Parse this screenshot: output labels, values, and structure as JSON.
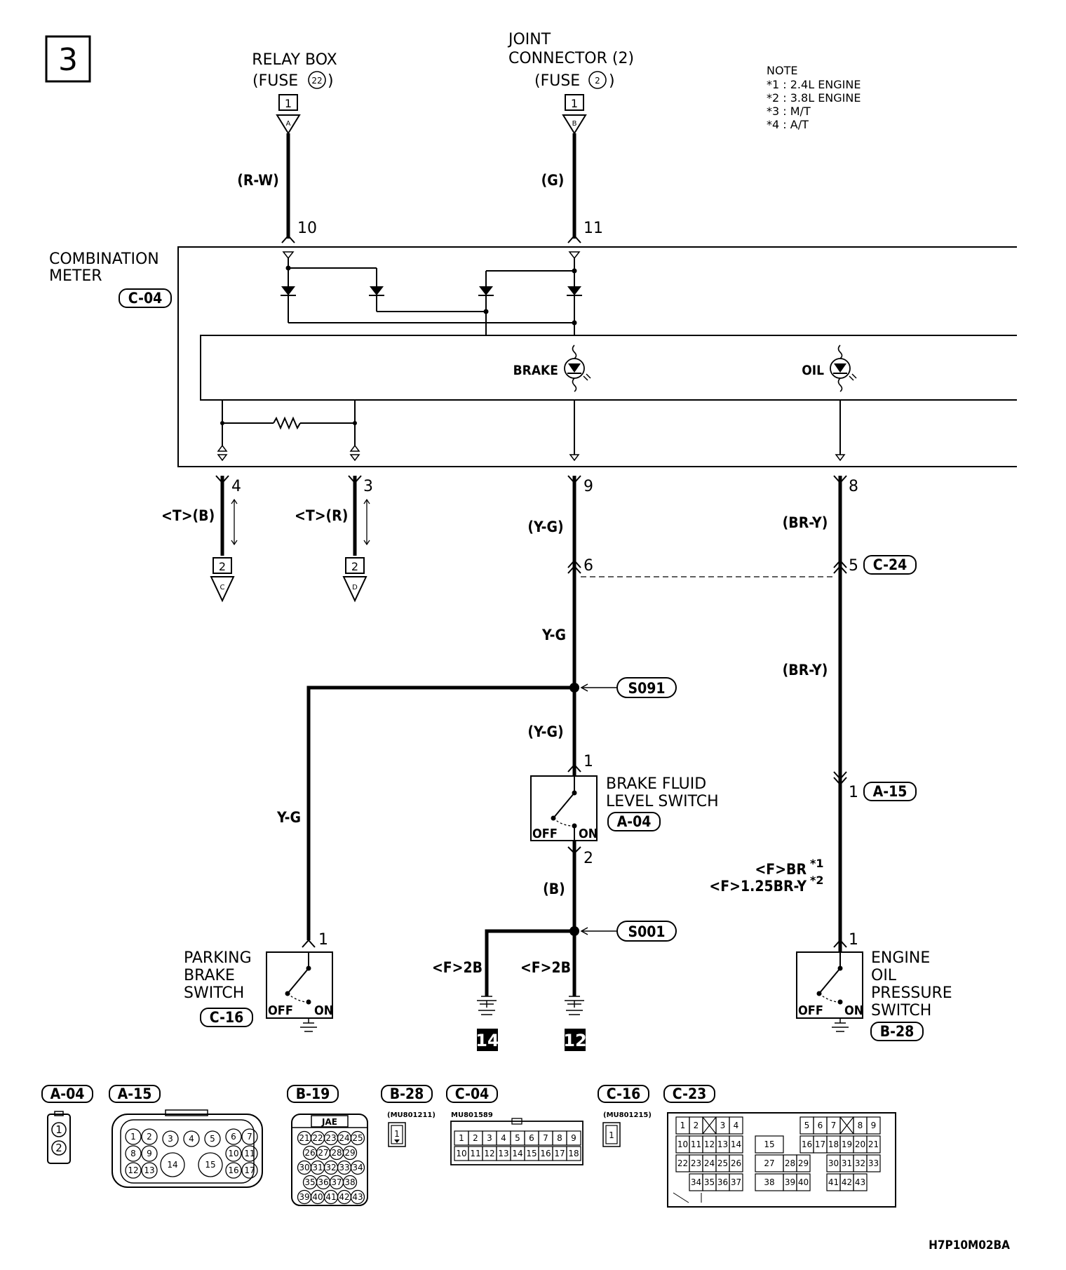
{
  "page_number": "3",
  "notes": {
    "title": "NOTE",
    "lines": [
      "*1 : 2.4L ENGINE",
      "*2 : 3.8L ENGINE",
      "*3 : M/T",
      "*4 : A/T"
    ]
  },
  "sources": {
    "relay_box": {
      "line1": "RELAY BOX",
      "line2": "(FUSE",
      "fuse": "22",
      "line2_end": ")",
      "pin": "1",
      "ref": "A",
      "wire": "(R-W)",
      "term": "10"
    },
    "joint_connector": {
      "line1": "JOINT",
      "line2": "CONNECTOR (2)",
      "line3": "(FUSE",
      "fuse": "2",
      "line3_end": ")",
      "pin": "1",
      "ref": "B",
      "wire": "(G)",
      "term": "11"
    }
  },
  "combination_meter": {
    "name_line1": "COMBINATION",
    "name_line2": "METER",
    "connector": "C-04",
    "brake_label": "BRAKE",
    "oil_label": "OIL"
  },
  "outputs": {
    "left1": {
      "term": "4",
      "wire": "<T>(B)",
      "pin": "2",
      "ref": "C"
    },
    "left2": {
      "term": "3",
      "wire": "<T>(R)",
      "pin": "2",
      "ref": "D"
    },
    "center": {
      "term": "9",
      "wire": "(Y-G)",
      "junction_term": "6",
      "wire2": "Y-G"
    },
    "right": {
      "term": "8",
      "wire": "(BR-Y)",
      "junction_term": "5",
      "connector": "C-24",
      "wire2": "(BR-Y)"
    }
  },
  "splices": {
    "upper": "S091",
    "lower": "S001"
  },
  "brake_fluid_switch": {
    "wire_in": "(Y-G)",
    "pin_in": "1",
    "name_line1": "BRAKE FLUID",
    "name_line2": "LEVEL SWITCH",
    "connector": "A-04",
    "off": "OFF",
    "on": "ON",
    "pin_out": "2",
    "wire_out": "(B)"
  },
  "parking_brake_switch": {
    "wire": "Y-G",
    "pin": "1",
    "name_line1": "PARKING",
    "name_line2": "BRAKE",
    "name_line3": "SWITCH",
    "connector": "C-16",
    "off": "OFF",
    "on": "ON"
  },
  "oil_pressure_switch": {
    "pin_in": "1",
    "connector_in": "A-15",
    "wire_line1": "<F>BR",
    "note1": "*1",
    "wire_line2": "<F>1.25BR-Y",
    "note2": "*2",
    "pin": "1",
    "name_line1": "ENGINE",
    "name_line2": "OIL",
    "name_line3": "PRESSURE",
    "name_line4": "SWITCH",
    "connector": "B-28",
    "off": "OFF",
    "on": "ON"
  },
  "grounds": {
    "left": {
      "wire": "<F>2B",
      "number": "14"
    },
    "right": {
      "wire": "<F>2B",
      "number": "12"
    }
  },
  "connector_views": {
    "a04": {
      "label": "A-04",
      "pins": [
        "1",
        "2"
      ]
    },
    "a15": {
      "label": "A-15",
      "pins": [
        "1",
        "2",
        "3",
        "4",
        "5",
        "6",
        "7",
        "8",
        "9",
        "10",
        "11",
        "12",
        "13",
        "14",
        "15",
        "16",
        "17"
      ]
    },
    "b19": {
      "label": "B-19",
      "header": "JAE",
      "pins": [
        "21",
        "22",
        "23",
        "24",
        "25",
        "26",
        "27",
        "28",
        "29",
        "30",
        "31",
        "32",
        "33",
        "34",
        "35",
        "36",
        "37",
        "38",
        "39",
        "40",
        "41",
        "42",
        "43"
      ]
    },
    "b28": {
      "label": "B-28",
      "part": "(MU801211)",
      "pin": "1"
    },
    "c04": {
      "label": "C-04",
      "part": "MU801589",
      "pins": [
        "1",
        "2",
        "3",
        "4",
        "5",
        "6",
        "7",
        "8",
        "9",
        "10",
        "11",
        "12",
        "13",
        "14",
        "15",
        "16",
        "17",
        "18"
      ]
    },
    "c16": {
      "label": "C-16",
      "part": "(MU801215)",
      "pin": "1"
    },
    "c23": {
      "label": "C-23",
      "pins": [
        "1",
        "2",
        "3",
        "4",
        "5",
        "6",
        "7",
        "8",
        "9",
        "10",
        "11",
        "12",
        "13",
        "14",
        "15",
        "16",
        "17",
        "18",
        "19",
        "20",
        "21",
        "22",
        "23",
        "24",
        "25",
        "26",
        "27",
        "28",
        "29",
        "30",
        "31",
        "32",
        "33",
        "34",
        "35",
        "36",
        "37",
        "38",
        "39",
        "40",
        "41",
        "42",
        "43"
      ]
    }
  },
  "drawing_code": "H7P10M02BA"
}
